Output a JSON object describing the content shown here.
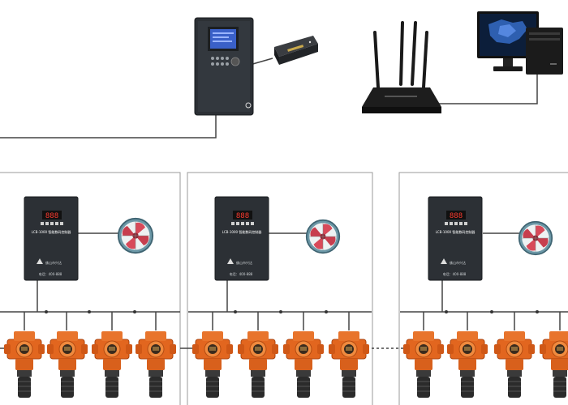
{
  "top_row": {
    "main_controller": {
      "icon": "gas-alarm-controller-icon"
    },
    "communication_module": {
      "icon": "network-module-icon"
    },
    "router": {
      "icon": "wifi-router-icon"
    },
    "computer": {
      "icon": "desktop-computer-icon"
    }
  },
  "zones": [
    {
      "controller": {
        "display": "888",
        "model_text": "LCB-1000 智能数码控制器",
        "brand_text": "佛山市兴达",
        "footer_text": "电话：400-888"
      },
      "fan": {
        "icon": "exhaust-fan-icon"
      },
      "detectors": [
        {
          "icon": "gas-detector-icon"
        },
        {
          "icon": "gas-detector-icon"
        },
        {
          "icon": "gas-detector-icon"
        },
        {
          "icon": "gas-detector-icon"
        }
      ]
    },
    {
      "controller": {
        "display": "888",
        "model_text": "LCB-1000 智能数码控制器",
        "brand_text": "佛山市兴达",
        "footer_text": "电话：400-888"
      },
      "fan": {
        "icon": "exhaust-fan-icon"
      },
      "detectors": [
        {
          "icon": "gas-detector-icon"
        },
        {
          "icon": "gas-detector-icon"
        },
        {
          "icon": "gas-detector-icon"
        },
        {
          "icon": "gas-detector-icon"
        }
      ]
    },
    {
      "controller": {
        "display": "888",
        "model_text": "LCB-1000 智能数码控制器",
        "brand_text": "佛山市兴达",
        "footer_text": "电话：400-888"
      },
      "fan": {
        "icon": "exhaust-fan-icon"
      },
      "detectors": [
        {
          "icon": "gas-detector-icon"
        },
        {
          "icon": "gas-detector-icon"
        },
        {
          "icon": "gas-detector-icon"
        },
        {
          "icon": "gas-detector-icon"
        }
      ]
    }
  ],
  "colors": {
    "device_body": "#2c3035",
    "detector_orange": "#e2661f",
    "wire": "#444444",
    "zone_border": "#9a9a9a",
    "fan_red": "#d84a5a",
    "lcd_blue": "#3a60c8"
  }
}
